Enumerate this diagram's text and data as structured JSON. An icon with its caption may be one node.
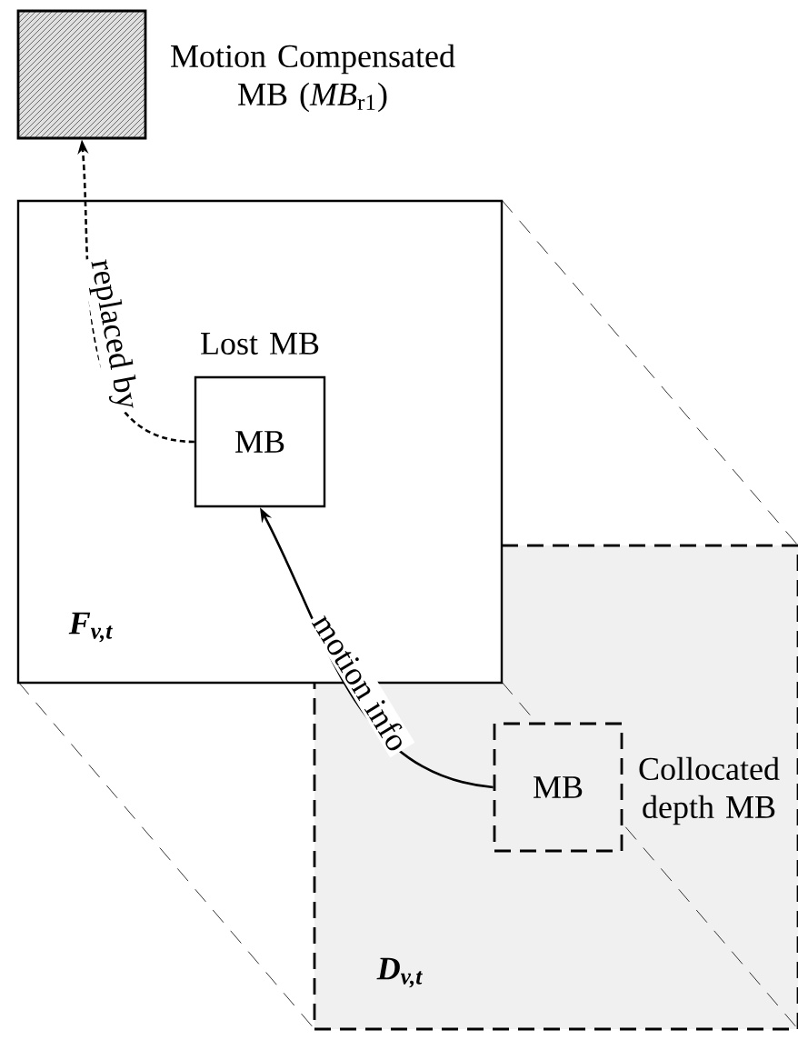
{
  "diagram": {
    "nodes": [
      {
        "text": [],
        "shape": "box",
        "beside": [
          "Motion Compensated MB (*MB*$_{r1}$)"
        ]
      },
      {
        "text": [
          "F$_{v,t}$"
        ]
      },
      {
        "text": [
          "MB"
        ],
        "beside": [
          "Lost MB"
        ],
        "in": 1
      },
      {
        "text": [
          "D$_{v,t}$"
        ]
      },
      {
        "text": [
          "MB"
        ],
        "beside": [
          "Collocated depth MB"
        ],
        "in": 3
      }
    ],
    "edges": [
      {
        "from": 2,
        "to": 0,
        "arrow": "to",
        "label": "replaced by",
        "style": "dashed"
      },
      {
        "from": 4,
        "to": 2,
        "arrow": "to",
        "label": "motion info"
      }
    ]
  }
}
